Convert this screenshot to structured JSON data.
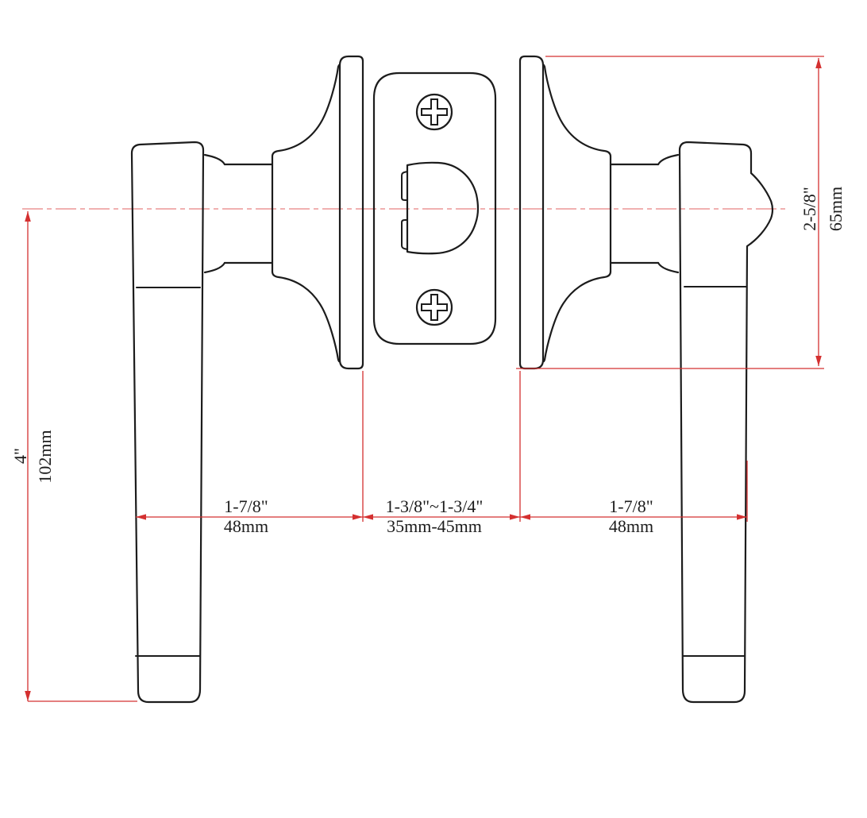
{
  "drawing": {
    "description": "Door lever handle set technical line drawing: two levers with round roses flanking a latch faceplate, with red dimension lines",
    "colors": {
      "outline": "#1c1c1c",
      "dimension_red": "#d43030",
      "centerline_red": "#e88080",
      "background": "#ffffff"
    },
    "dims": {
      "lever_length": {
        "in": "4\"",
        "mm": "102mm"
      },
      "rose_size": {
        "in": "2-5/8\"",
        "mm": "65mm"
      },
      "left_lever_reach": {
        "in": "1-7/8\"",
        "mm": "48mm"
      },
      "door_thickness": {
        "in": "1-3/8\"~1-3/4\"",
        "mm": "35mm-45mm"
      },
      "right_lever_reach": {
        "in": "1-7/8\"",
        "mm": "48mm"
      }
    }
  }
}
